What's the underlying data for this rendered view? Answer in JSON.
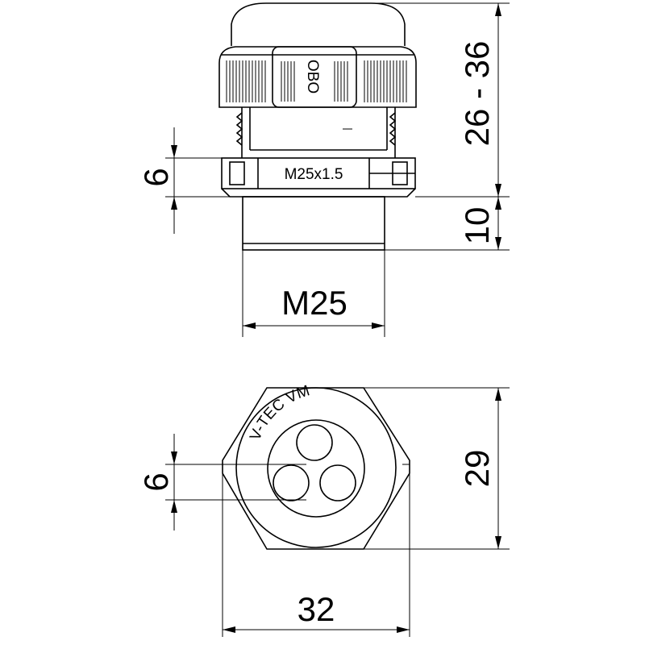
{
  "side_view": {
    "dims": {
      "total_height": "26 - 36",
      "nut_height": "6",
      "thread_length": "10",
      "thread_size": "M25"
    },
    "labels": {
      "brand": "OBO",
      "thread_spec": "M25x1.5"
    }
  },
  "top_view": {
    "dims": {
      "hole_diameter": "6",
      "height": "29",
      "width": "32"
    },
    "labels": {
      "insert_name": "V-TEC VM"
    }
  }
}
